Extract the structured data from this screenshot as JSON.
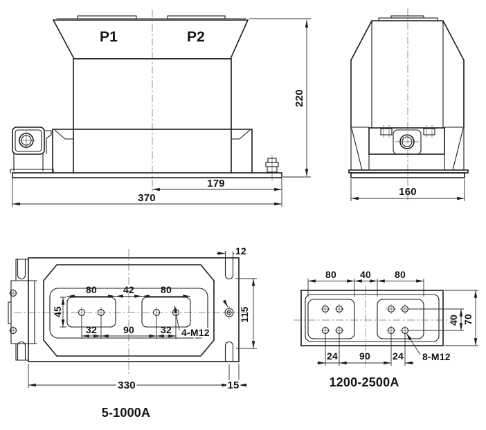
{
  "drawing": {
    "type": "technical-outline-drawing",
    "views": {
      "front": {
        "labels": {
          "p1": "P1",
          "p2": "P2"
        },
        "dims": {
          "height": "220",
          "center_to_right": "179",
          "total_width": "370"
        }
      },
      "side": {
        "dims": {
          "depth": "160"
        }
      },
      "bottom_small": {
        "caption": "5-1000A",
        "dims": {
          "pad_width_left": "80",
          "pad_gap": "42",
          "pad_width_right": "80",
          "pad_height": "45",
          "hole_pitch_left": "32",
          "hole_span_center": "90",
          "hole_pitch_right": "32",
          "thread_spec": "4-M12",
          "mount_height": "115",
          "slot_width": "12",
          "length_to_slot": "330",
          "slot_to_edge": "15"
        }
      },
      "bottom_large": {
        "caption": "1200-2500A",
        "dims": {
          "pad_width_left": "80",
          "pad_gap": "40",
          "pad_width_right": "80",
          "hole_row_gap": "40",
          "pad_height": "70",
          "hole_pitch_left": "24",
          "hole_span_center": "90",
          "hole_pitch_right": "24",
          "thread_spec": "8-M12"
        }
      }
    },
    "line_colors": {
      "object": "#1a1a1a",
      "dimension": "#2b2b2b",
      "centerline": "#8c8c8c"
    }
  }
}
